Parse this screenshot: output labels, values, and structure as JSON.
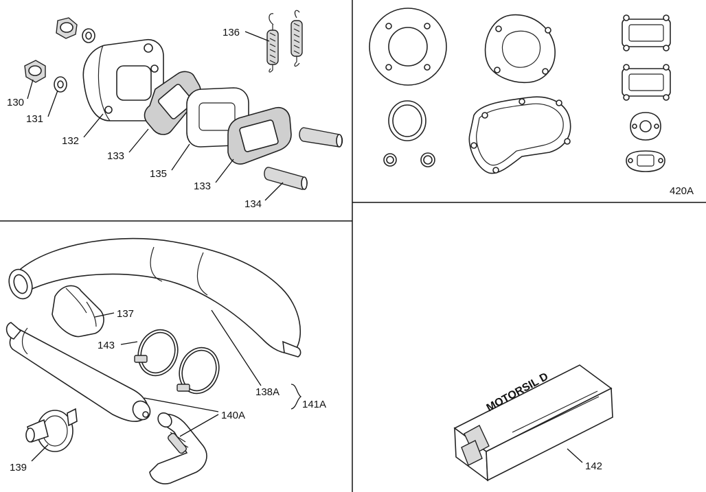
{
  "labels": {
    "p130": "130",
    "p131": "131",
    "p132": "132",
    "p133a": "133",
    "p135": "135",
    "p133b": "133",
    "p134": "134",
    "p136": "136",
    "p420A": "420A",
    "p137": "137",
    "p143": "143",
    "p138A": "138A",
    "p141A": "141A",
    "p140A": "140A",
    "p139": "139",
    "p142": "142"
  },
  "box": {
    "brand": "MOTORSIL D"
  }
}
